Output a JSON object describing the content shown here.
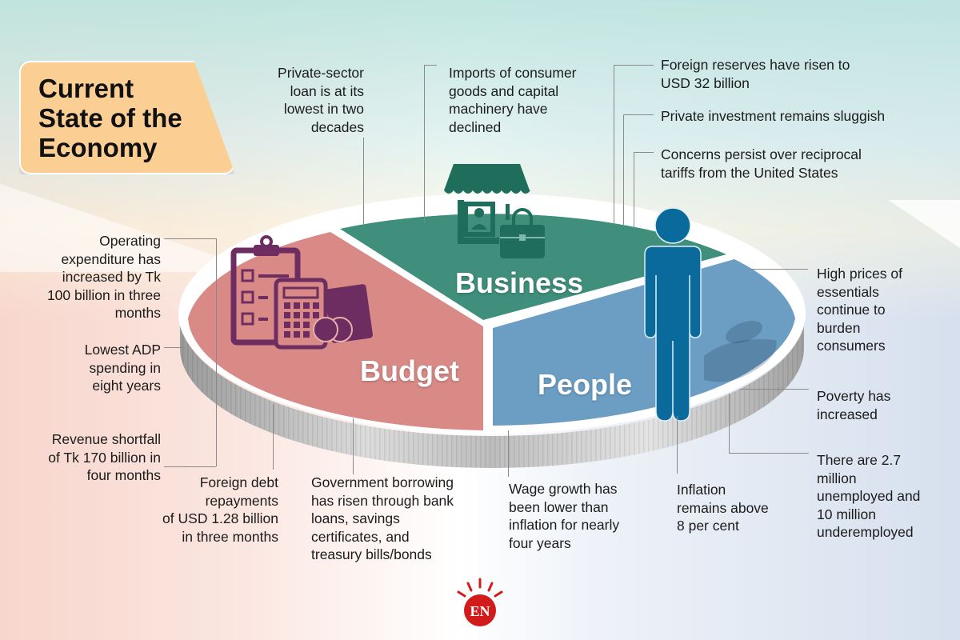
{
  "title": "Current State of the Economy",
  "title_lines": [
    "Current",
    "State of the",
    "Economy"
  ],
  "colors": {
    "title_box": "#fbcf94",
    "budget": "#d98a86",
    "business": "#3f8f7c",
    "people": "#6c9ec4",
    "budget_icon": "#6e2d61",
    "business_icon": "#1f6e5b",
    "people_icon": "#0a6a9b",
    "logo_red": "#d21c1c"
  },
  "segments": {
    "budget": {
      "label": "Budget",
      "icon": "clipboard-calculator-money-icon",
      "notes": [
        "Operating expenditure has increased by Tk 100 billion in three months",
        "Lowest ADP spending in eight years",
        "Revenue shortfall of Tk 170 billion in four months",
        "Foreign debt repayments of USD 1.28 billion in three months",
        "Government borrowing has risen through bank loans, savings certificates, and treasury bills/bonds"
      ]
    },
    "business": {
      "label": "Business",
      "icon": "shop-briefcase-icon",
      "notes": [
        "Private-sector loan is at its lowest in two decades",
        "Imports of consumer goods and capital machinery have declined",
        "Foreign reserves have risen to USD 32 billion",
        "Private investment remains sluggish",
        "Concerns persist over reciprocal tariffs from the United States"
      ]
    },
    "people": {
      "label": "People",
      "icon": "person-icon",
      "notes": [
        "High prices of essentials continue to burden consumers",
        "Poverty has increased",
        "There are 2.7 million unemployed and 10 million underemployed",
        "Inflation remains above 8 per cent",
        "Wage growth has been lower than inflation for nearly four years"
      ]
    }
  },
  "lines": {
    "op_exp": [
      "Operating",
      "expenditure has",
      "increased by Tk",
      "100 billion in three",
      "months"
    ],
    "adp": [
      "Lowest ADP",
      "spending in",
      "eight years"
    ],
    "revenue": [
      "Revenue shortfall",
      "of Tk 170 billion in",
      "four months"
    ],
    "debt": [
      "Foreign debt",
      "repayments",
      "of USD 1.28 billion",
      "in three months"
    ],
    "borrow": [
      "Government borrowing",
      "has risen through bank",
      "loans, savings",
      "certificates, and",
      "treasury bills/bonds"
    ],
    "private_loan": [
      "Private-sector",
      "loan is at its",
      "lowest in two",
      "decades"
    ],
    "imports": [
      "Imports of consumer",
      "goods and capital",
      "machinery have",
      "declined"
    ],
    "reserves": [
      "Foreign reserves have risen to",
      "USD 32 billion"
    ],
    "investment": [
      "Private investment remains sluggish"
    ],
    "tariffs": [
      "Concerns persist over reciprocal",
      "tariffs from the United States"
    ],
    "prices": [
      "High prices of",
      "essentials",
      "continue to",
      "burden",
      "consumers"
    ],
    "poverty": [
      "Poverty has",
      "increased"
    ],
    "unemployed": [
      "There are 2.7",
      "million",
      "unemployed and",
      "10 million",
      "underemployed"
    ],
    "inflation": [
      "Inflation",
      "remains above",
      "8 per cent"
    ],
    "wage": [
      "Wage growth has",
      "been lower than",
      "inflation for nearly",
      "four years"
    ]
  },
  "logo": {
    "text": "EN",
    "icon": "en-sunburst-logo-icon"
  }
}
